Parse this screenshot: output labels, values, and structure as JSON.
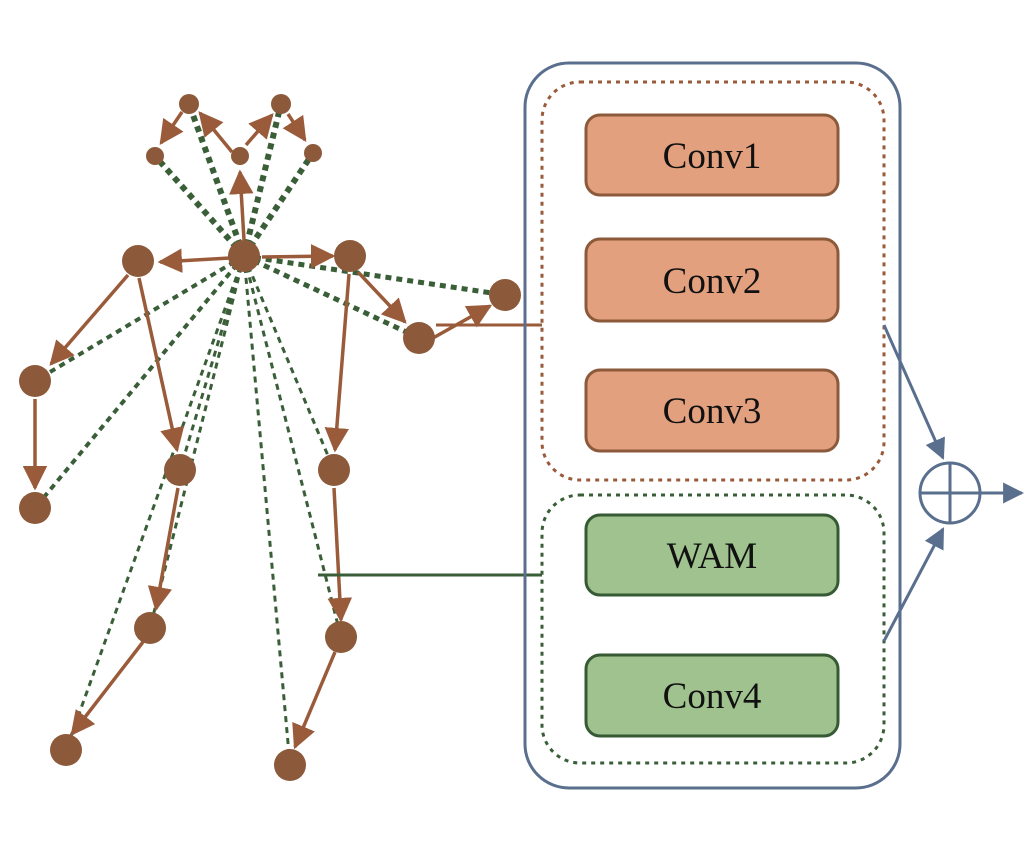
{
  "modules": {
    "conv1": "Conv1",
    "conv2": "Conv2",
    "conv3": "Conv3",
    "wam": "WAM",
    "conv4": "Conv4"
  },
  "colors": {
    "joint": "#8c5a3a",
    "bone_edge": "#9a5b3a",
    "dotted_edge": "#3a5f38",
    "orange_fill": "#e2a07e",
    "orange_stroke": "#8c5a3a",
    "green_fill": "#9fc28e",
    "green_stroke": "#365a33",
    "outer_box": "#5a6f8e",
    "sum_symbol": "#5a6f8e"
  }
}
